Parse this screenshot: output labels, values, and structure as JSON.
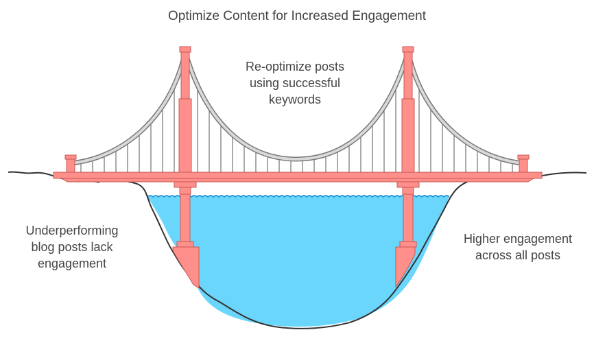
{
  "diagram": {
    "title": "Optimize Content for Increased Engagement",
    "bridge_label": [
      "Re-optimize posts",
      "using successful",
      "keywords"
    ],
    "start_label": [
      "Underperforming",
      "blog posts lack",
      "engagement"
    ],
    "end_label": [
      "Higher engagement",
      "across all posts"
    ]
  },
  "colors": {
    "tower": "#ff8f8a",
    "tower_stroke": "#c55854",
    "cable": "#cfcfcf",
    "cable_stroke": "#777777",
    "water": "#6ad6fb",
    "water_line": "#1e90d0",
    "ground_stroke": "#333333",
    "text": "#444444"
  }
}
